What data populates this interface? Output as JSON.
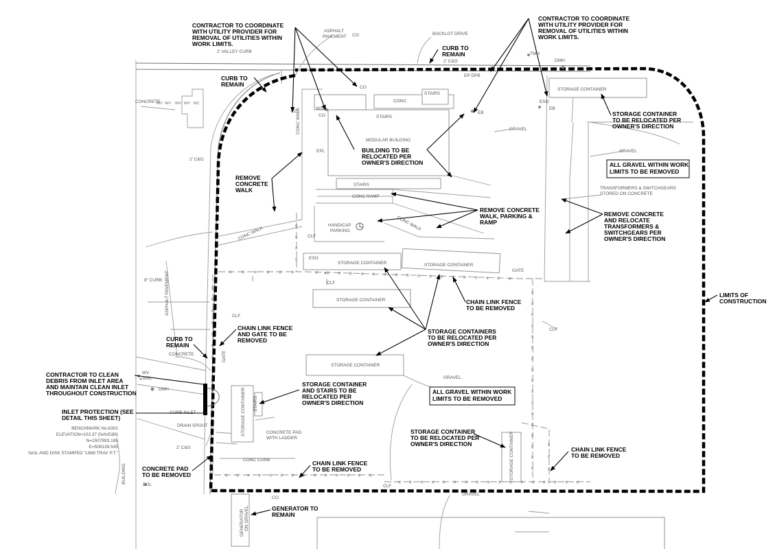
{
  "notes": {
    "coord_left": [
      "CONTRACTOR TO COORDINATE",
      "WITH UTILITY PROVIDER FOR",
      "REMOVAL OF UTILITIES WITHIN",
      "WORK LIMITS."
    ],
    "coord_right": [
      "CONTRACTOR TO COORDINATE",
      "WITH UTILITY PROVIDER FOR",
      "REMOVAL OF UTILITIES WITHIN",
      "WORK LIMITS."
    ],
    "curb_remain_top": [
      "CURB TO",
      "REMAIN"
    ],
    "curb_remain_left": [
      "CURB TO",
      "REMAIN"
    ],
    "curb_remain_sw": [
      "CURB TO",
      "REMAIN"
    ],
    "storage_container_ne": [
      "STORAGE CONTAINER",
      "TO BE RELOCATED PER",
      "OWNER'S DIRECTION"
    ],
    "gravel_ne": [
      "ALL GRAVEL WITHIN WORK",
      "LIMITS TO BE REMOVED"
    ],
    "gravel_center": [
      "ALL GRAVEL WITHIN WORK",
      "LIMITS TO BE REMOVED"
    ],
    "building_relocate": [
      "BUILDING TO BE",
      "RELOCATED PER",
      "OWNER'S DIRECTION"
    ],
    "remove_walk": [
      "REMOVE",
      "CONCRETE",
      "WALK"
    ],
    "remove_parking": [
      "REMOVE CONCRETE",
      "WALK, PARKING &",
      "RAMP"
    ],
    "transformers": [
      "REMOVE CONCRETE",
      "AND RELOCATE",
      "TRANSFORMERS &",
      "SWITCHGEARS PER",
      "OWNER'S DIRECTION"
    ],
    "fence_center": [
      "CHAIN LINK FENCE",
      "TO BE REMOVED"
    ],
    "limits": [
      "LIMITS OF",
      "CONSTRUCTION"
    ],
    "fence_gate": [
      "CHAIN LINK FENCE",
      "AND GATE TO BE",
      "REMOVED"
    ],
    "storage_containers_mid": [
      "STORAGE CONTAINERS",
      "TO BE RELOCATED PER",
      "OWNER'S DIRECTION"
    ],
    "clean_inlet": [
      "CONTRACTOR TO CLEAN",
      "DEBRIS FROM INLET AREA",
      "AND MAINTAIN CLEAN INLET",
      "THROUGHOUT CONSTRUCTION"
    ],
    "storage_stairs": [
      "STORAGE CONTAINER",
      "AND STAIRS TO BE",
      "RELOCATED PER",
      "OWNER'S DIRECTION"
    ],
    "inlet_protection": [
      "INLET PROTECTION (SEE",
      "DETAIL THIS SHEET)"
    ],
    "storage_container_se": [
      "STORAGE CONTAINER",
      "TO BE RELOCATED PER",
      "OWNER'S DIRECTION"
    ],
    "fence_se": [
      "CHAIN LINK FENCE",
      "TO BE REMOVED"
    ],
    "concrete_pad": [
      "CONCRETE PAD",
      "TO BE REMOVED"
    ],
    "fence_bottom": [
      "CHAIN LINK FENCE",
      "TO BE REMOVED"
    ],
    "generator": [
      "GENERATOR TO",
      "REMAIN"
    ]
  },
  "labels": {
    "asphalt_pavement_top": [
      "ASPHALT",
      "PAVEMENT"
    ],
    "backlot_drive": "BACKLOT DRIVE",
    "valley_curb": "2' VALLEY CURB",
    "cg_top": "2' C&G",
    "concrete": "CONCRETE",
    "cg_left": "2' C&G",
    "cg_bottom": "2' C&G",
    "storage_container": "STORAGE CONTAINER",
    "modular_building": "MODULAR BUILDING",
    "conc": "CONC",
    "stairs": "STAIRS",
    "conc_walk": "CONC WALK",
    "conc_ramp": "CONC RAMP",
    "handicap_parking": [
      "HANDICAP",
      "PARKING"
    ],
    "gravel": "GRAVEL",
    "transformers_stored": [
      "TRANSFORMERS & SWITCHGEARS",
      "STORED ON CONCRETE"
    ],
    "gate": "GATE",
    "clf": "CLF",
    "asphalt_pavement_vert": "ASPHALT PAVEMENT",
    "curb_8": "8\" CURB",
    "curb_inlet": "CURB INLET",
    "drain_spout": "DRAIN SPOUT",
    "concrete_pad_ladder": [
      "CONCRETE PAD",
      "WITH LADDER"
    ],
    "conc_curb": "CONC CURB",
    "building": "BUILDING",
    "generator_on_gravel": [
      "GENERATOR",
      "ON GRAVEL"
    ],
    "benchmark": [
      "BENCHMARK No.6302",
      "ELEVATION=103.37 (NAVD88)",
      "N=1507893.185",
      "E=506139.545",
      "NAIL AND DISK STAMPED \"L868 TRAV P.T.\""
    ],
    "co": "CO",
    "eb": "EB",
    "eso": "ESO",
    "epl": "EPL",
    "wso": "WSO",
    "ddmh": "DMH",
    "tmh": "TMH",
    "bol": "BOL",
    "wv": "WV",
    "mc": "MC",
    "ep_dpb": "EP DPB"
  }
}
